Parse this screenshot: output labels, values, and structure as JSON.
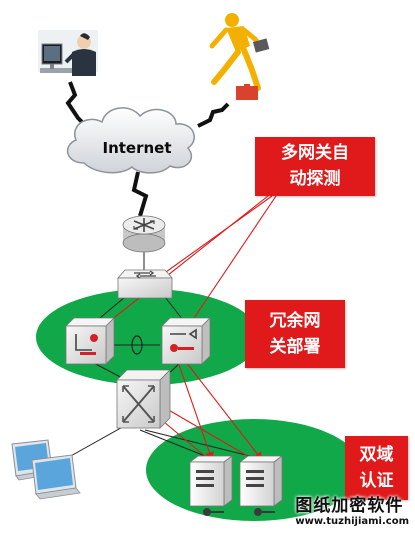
{
  "cloud": {
    "label": "Internet"
  },
  "labels": {
    "gateway_line1": "多网关自",
    "gateway_line2": "动探测",
    "redundant_line1": "冗余网",
    "redundant_line2": "关部署",
    "dual_line1": "双域",
    "dual_line2": "认证"
  },
  "watermark": {
    "title": "图纸加密软件",
    "url": "www.tuzhijiami.com"
  },
  "colors": {
    "label_background": "#e0191b",
    "ellipse_green": "#10a848",
    "arrow_red": "#e0191b",
    "zigzag": "#111111",
    "device_gray": "#e6e6e6"
  }
}
